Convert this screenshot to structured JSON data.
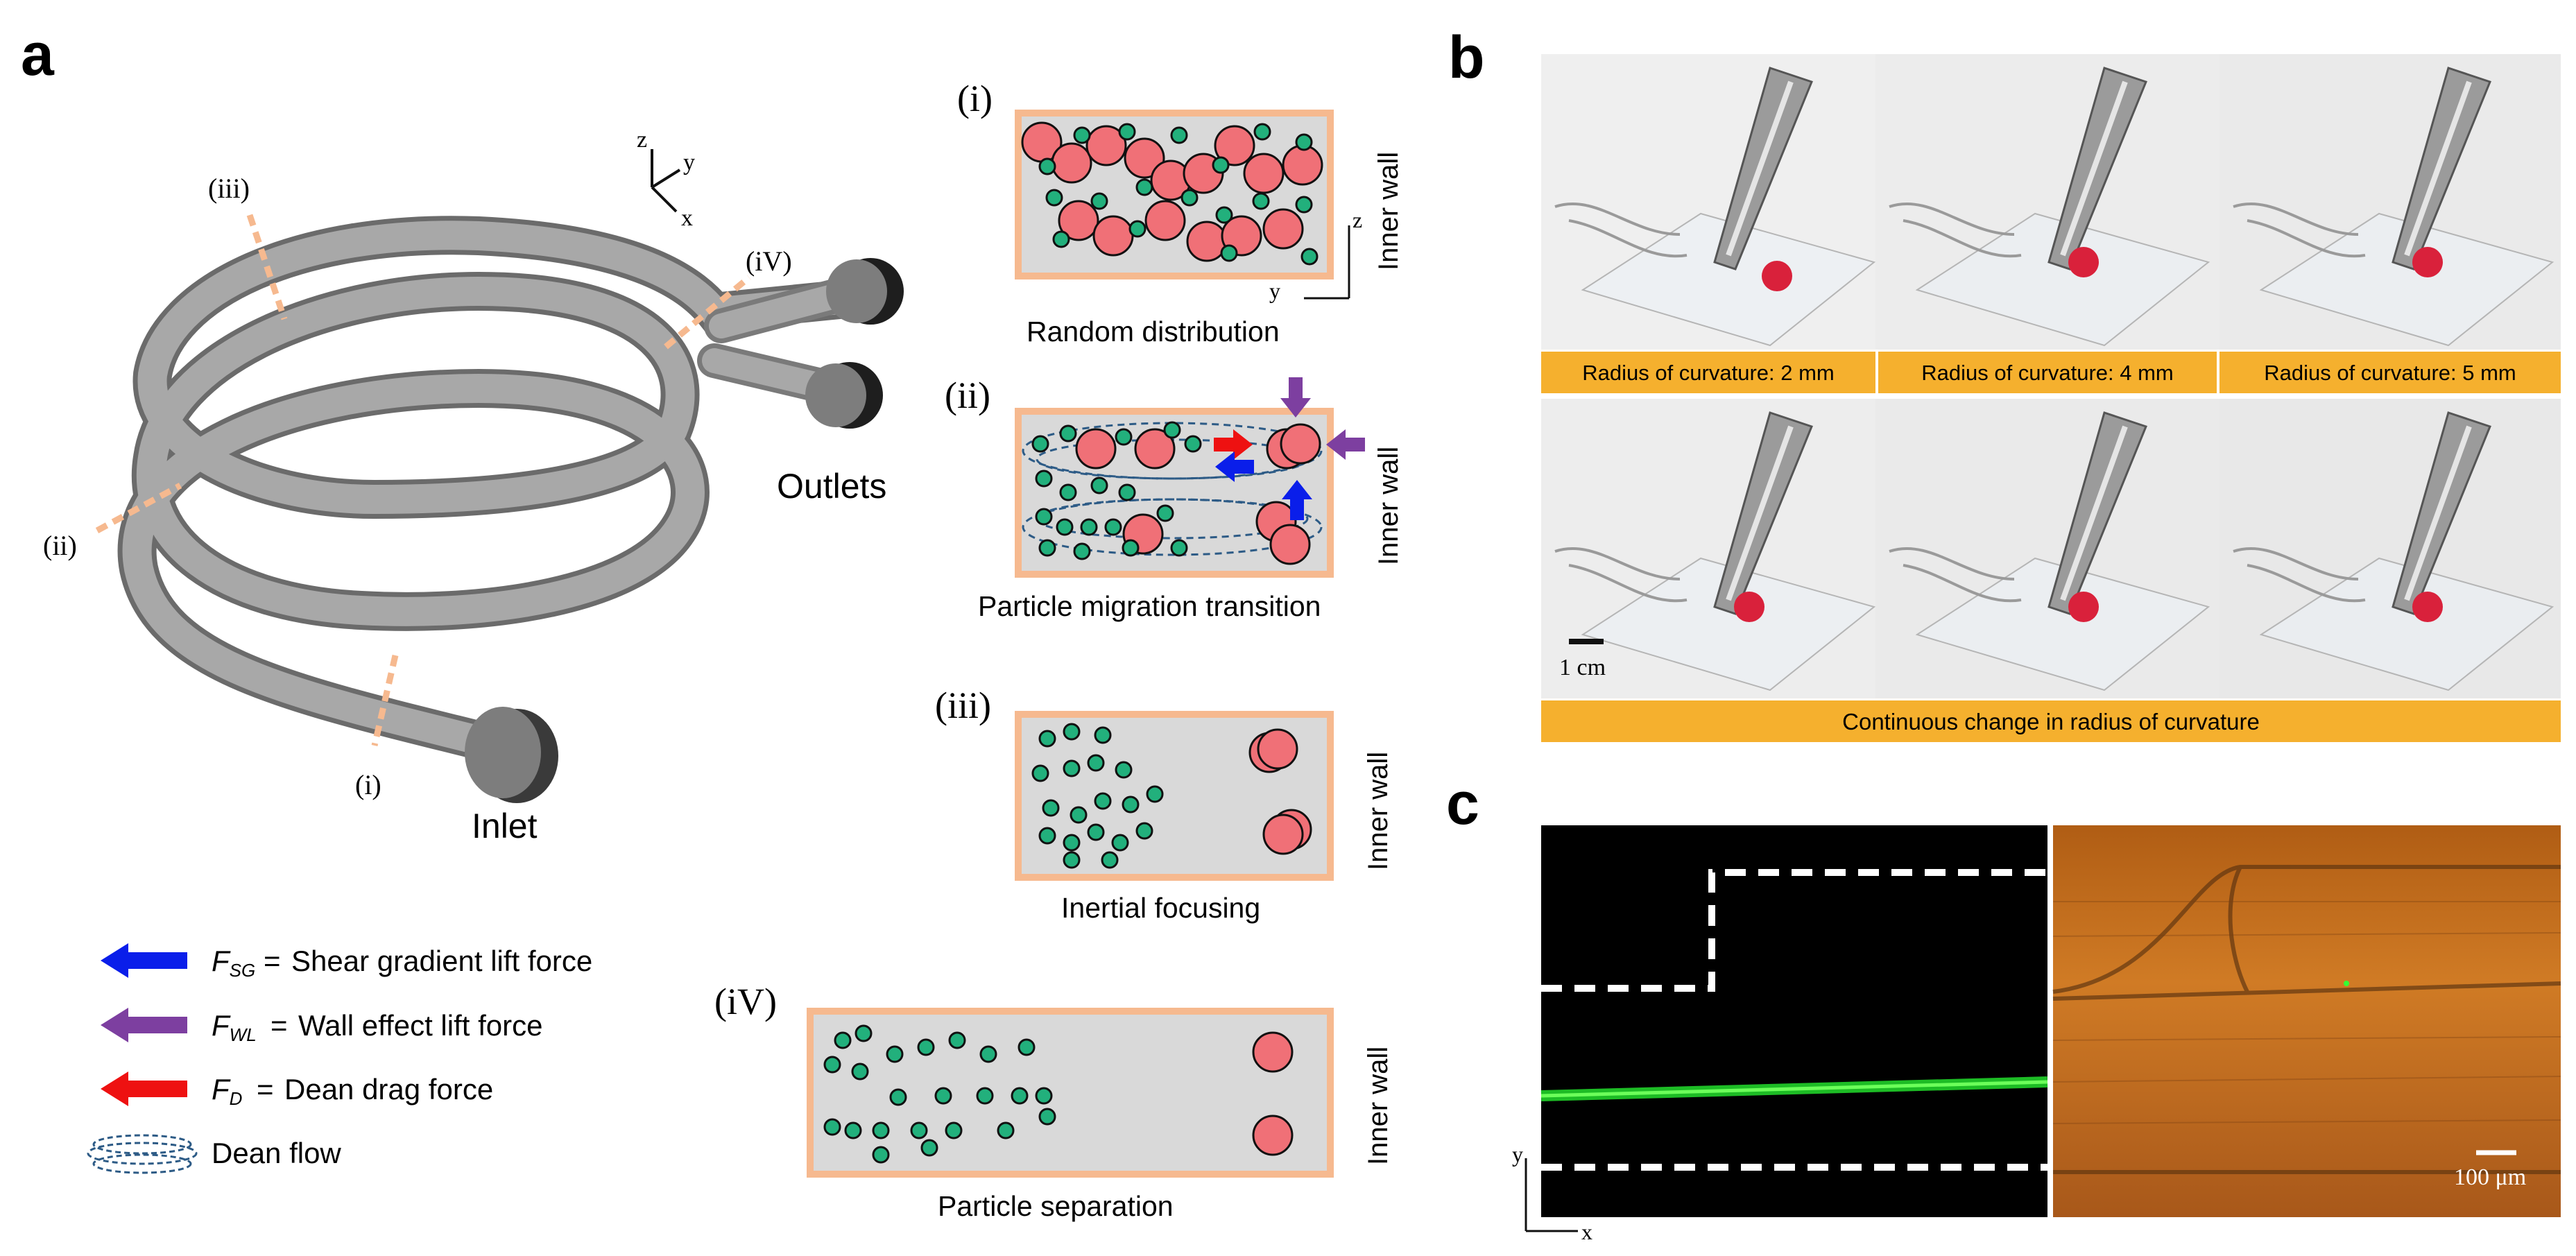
{
  "panel_letters": {
    "a": "a",
    "b": "b",
    "c": "c"
  },
  "panel_a": {
    "inlet_label": "Inlet",
    "outlets_label": "Outlets",
    "section_markers": {
      "i": "(i)",
      "ii": "(ii)",
      "iii": "(iii)",
      "iv": "(iV)"
    },
    "axes_labels": {
      "z": "z",
      "y": "y",
      "x": "x"
    },
    "legend": [
      {
        "symbol": "F",
        "subscript": "SG",
        "equals": "=",
        "text": "Shear gradient lift force",
        "color": "#0a1eea"
      },
      {
        "symbol": "F",
        "subscript": "WL",
        "equals": "=",
        "text": "Wall effect lift force",
        "color": "#7d3fa0"
      },
      {
        "symbol": "F",
        "subscript": "D",
        "equals": "=",
        "text": "Dean drag force",
        "color": "#ee1111"
      },
      {
        "symbol": "",
        "subscript": "",
        "equals": "",
        "text": "Dean flow",
        "color": "#2d5b86"
      }
    ],
    "cross_sections": [
      {
        "label": "(i)",
        "caption": "Random distribution",
        "wall_label": "Inner wall",
        "axis_z": "z",
        "axis_y": "y"
      },
      {
        "label": "(ii)",
        "caption": "Particle migration transition",
        "wall_label": "Inner wall"
      },
      {
        "label": "(iii)",
        "caption": "Inertial focusing",
        "wall_label": "Inner wall"
      },
      {
        "label": "(iV)",
        "caption": "Particle separation",
        "wall_label": "Inner wall"
      }
    ],
    "colors": {
      "channel_fill": "#d9d9d9",
      "channel_border": "#f6b98f",
      "large_particle": "#f07077",
      "small_particle": "#22b07c",
      "coil": "#9a9a9a",
      "marker": "#f6b98f"
    }
  },
  "panel_b": {
    "top_banners": [
      "Radius of curvature: 2 mm",
      "Radius of curvature: 4 mm",
      "Radius of curvature: 5 mm"
    ],
    "bottom_banner": "Continuous change in radius of curvature",
    "scale_label": "1 cm",
    "banner_color": "#f5b02e"
  },
  "panel_c": {
    "scale_label": "100 μm",
    "axis_y": "y",
    "axis_x": "x",
    "fluorescence_line_color": "#21d12a",
    "brightfield_color": "#c8701c"
  }
}
